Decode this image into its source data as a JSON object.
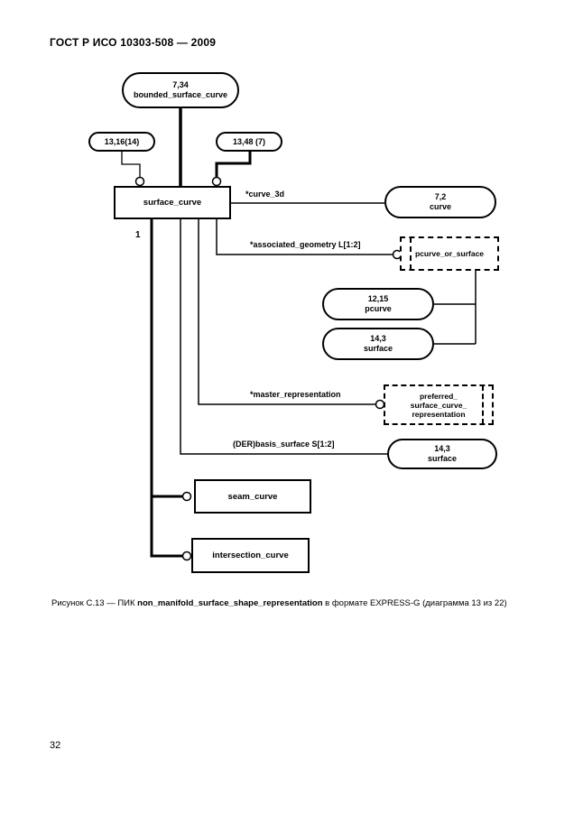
{
  "page": {
    "header": "ГОСТ Р ИСО 10303-508 — 2009",
    "page_number": "32",
    "caption": {
      "prefix": "Рисунок С.13 — ПИК ",
      "entity": "non_manifold_surface_shape_representation",
      "suffix": " в формате EXPRESS-G (диаграмма 13 из 22)"
    }
  },
  "colors": {
    "ink": "#000000",
    "paper": "#ffffff"
  },
  "diagram": {
    "nodes": {
      "bounded_surface_curve": {
        "ref": "7,34",
        "label": "bounded_surface_curve"
      },
      "page_ref_left": {
        "label": "13,16(14)"
      },
      "page_ref_right": {
        "label": "13,48 (7)"
      },
      "surface_curve": {
        "label": "surface_curve"
      },
      "curve": {
        "ref": "7,2",
        "label": "curve"
      },
      "pcurve_or_surface": {
        "label": "pcurve_or_surface"
      },
      "pcurve": {
        "ref": "12,15",
        "label": "pcurve"
      },
      "surface_select": {
        "ref": "14,3",
        "label": "surface"
      },
      "preferred_representation": {
        "line1": "preferred_",
        "line2": "surface_curve_",
        "line3": "representation"
      },
      "surface_basis": {
        "ref": "14,3",
        "label": "surface"
      },
      "seam_curve": {
        "label": "seam_curve"
      },
      "intersection_curve": {
        "label": "intersection_curve"
      }
    },
    "edges": {
      "curve_3d": "*curve_3d",
      "associated_geometry": "*associated_geometry L[1:2]",
      "master_representation": "*master_representation",
      "basis_surface": "(DER)basis_surface S[1:2]",
      "subtype_marker": "1"
    }
  }
}
